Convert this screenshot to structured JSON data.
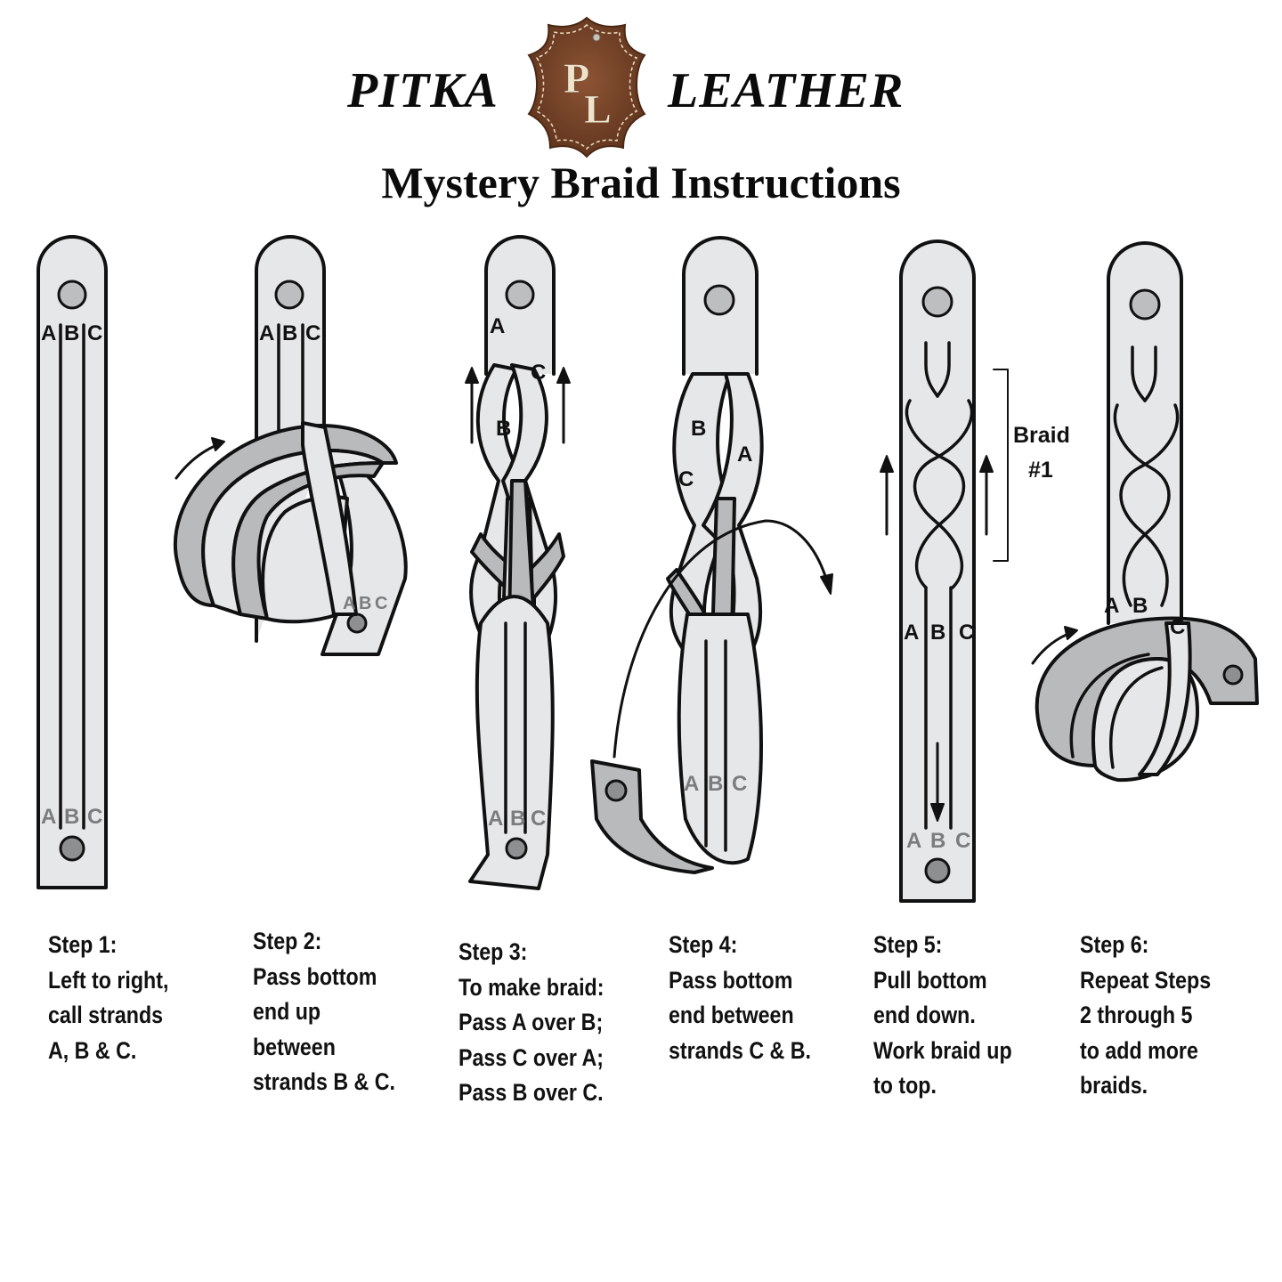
{
  "header": {
    "brand_left": "PITKA",
    "brand_right": "LEATHER",
    "logo": {
      "icon": "leather-hide-logo-icon",
      "monogram_top": "P",
      "monogram_bottom": "L",
      "color": "#7a4428"
    },
    "title": "Mystery Braid Instructions"
  },
  "colors": {
    "strap_fill": "#e6e7e8",
    "strap_shade": "#b9babc",
    "hole_fill": "#bdbec0",
    "outline": "#111111",
    "ghost_label": "#7b7c7e"
  },
  "diagram": {
    "strand_labels": {
      "a": "A",
      "b": "B",
      "c": "C"
    },
    "braid_bracket_label_line1": "Braid",
    "braid_bracket_label_line2": "#1"
  },
  "steps": [
    {
      "heading": "Step 1:",
      "lines": [
        "Left to right,",
        "call strands",
        "A, B & C."
      ]
    },
    {
      "heading": "Step 2:",
      "lines": [
        "Pass bottom",
        "end up",
        "between",
        "strands B & C."
      ]
    },
    {
      "heading": "Step 3:",
      "lines": [
        "To make braid:",
        "Pass A over B;",
        "Pass C over A;",
        "Pass B over C."
      ]
    },
    {
      "heading": "Step 4:",
      "lines": [
        "Pass bottom",
        "end between",
        "strands C & B."
      ]
    },
    {
      "heading": "Step 5:",
      "lines": [
        "Pull bottom",
        "end down.",
        "Work braid up",
        "to top."
      ]
    },
    {
      "heading": "Step 6:",
      "lines": [
        "Repeat Steps",
        "2 through 5",
        "to add more",
        "braids."
      ]
    }
  ]
}
